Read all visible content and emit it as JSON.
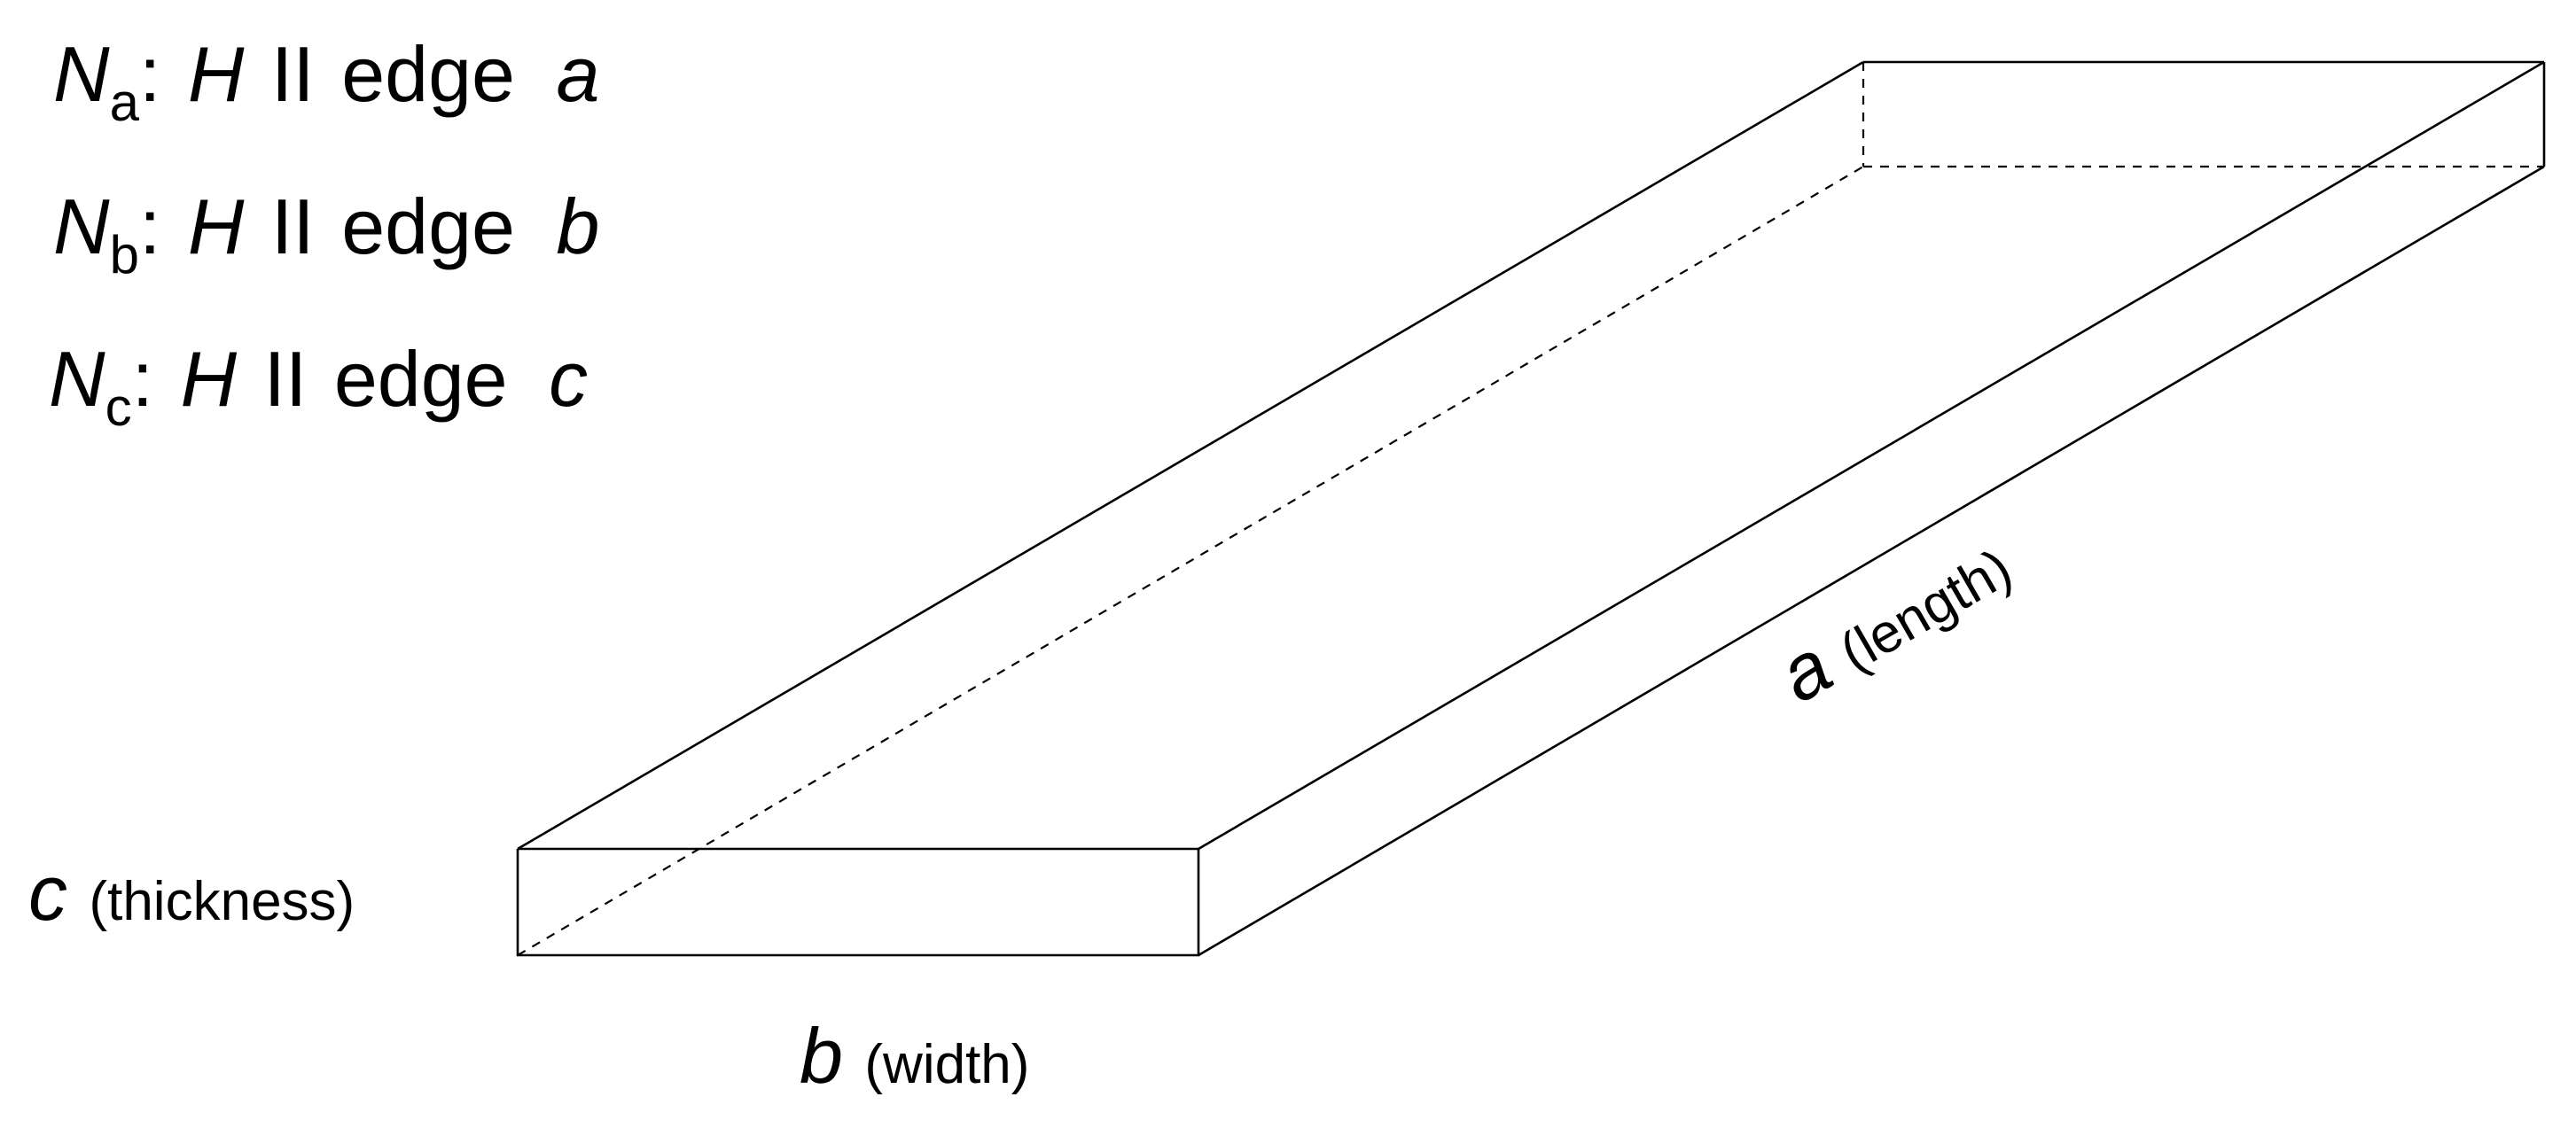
{
  "legend": [
    {
      "symbol": "N",
      "subscript": "a",
      "separator": ":",
      "field": "H",
      "parallel": "II",
      "word": "edge",
      "edge": "a"
    },
    {
      "symbol": "N",
      "subscript": "b",
      "separator": ":",
      "field": "H",
      "parallel": "II",
      "word": "edge",
      "edge": "b"
    },
    {
      "symbol": "N",
      "subscript": "c",
      "separator": ":",
      "field": "H",
      "parallel": "II",
      "word": "edge",
      "edge": "c"
    }
  ],
  "dimensions": {
    "length": {
      "symbol": "a",
      "name": "(length)"
    },
    "width": {
      "symbol": "b",
      "name": "(width)"
    },
    "thickness": {
      "symbol": "c",
      "name": "(thickness)"
    }
  }
}
